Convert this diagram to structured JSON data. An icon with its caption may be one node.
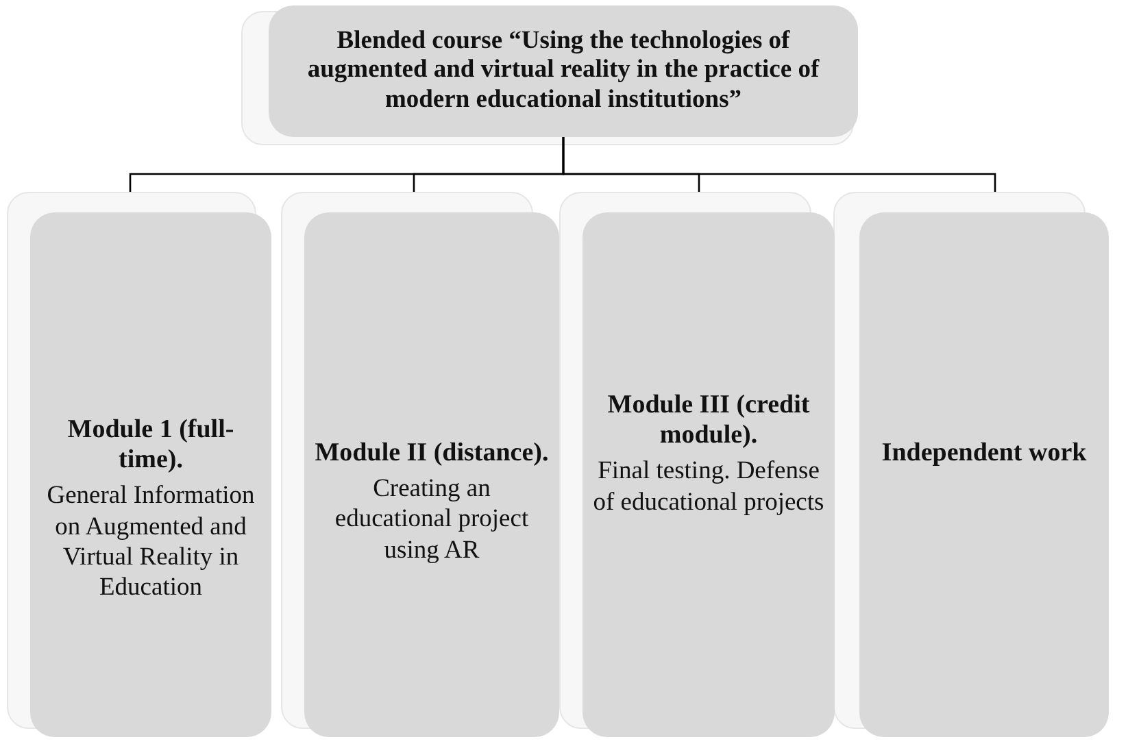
{
  "diagram": {
    "nodes": [
      {
        "text": [
          "Blended course “Using the technologies of augmented and virtual reality in the practice of modern educational institutions”"
        ]
      },
      {
        "text": [
          "Module 1 (full-time).",
          "General Information on Augmented and Virtual Reality in Education"
        ]
      },
      {
        "text": [
          "Module II (distance).",
          "Creating an educational project using AR"
        ]
      },
      {
        "text": [
          "Module III (credit module).",
          "Final testing. Defense of educational projects"
        ]
      },
      {
        "text": [
          "Independent work"
        ]
      }
    ],
    "edges": [
      {
        "from": 0,
        "to": 1,
        "arrow": "none"
      },
      {
        "from": 0,
        "to": 2,
        "arrow": "none"
      },
      {
        "from": 0,
        "to": 3,
        "arrow": "none"
      },
      {
        "from": 0,
        "to": 4,
        "arrow": "none"
      }
    ]
  }
}
